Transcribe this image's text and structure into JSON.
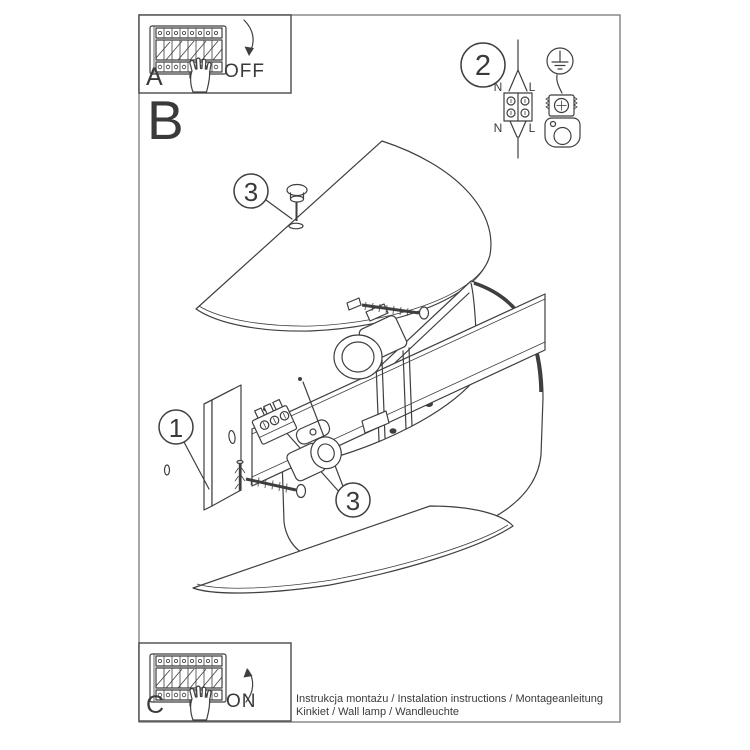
{
  "document": {
    "panel_a": {
      "label": "A",
      "switch_state": "OFF"
    },
    "section_label": "B",
    "panel_c": {
      "label": "C",
      "switch_state": "ON"
    },
    "wiring_step": {
      "number": "2",
      "terminal_top_left": "N",
      "terminal_top_right": "L",
      "terminal_bottom_left": "N",
      "terminal_bottom_right": "L"
    },
    "callouts": {
      "mounting_plate": "1",
      "cover_screw_top": "3",
      "cover_screw_bottom": "3"
    },
    "footer": {
      "line1": "Instrukcja montażu / Instalation instructions / Montageanleitung",
      "line2": "Kinkiet  / Wall lamp / Wandleuchte"
    },
    "colors": {
      "drawing_line": "#3f3f3f",
      "box_border": "#4a4a4a",
      "page_border": "#8a8a8a",
      "footer_text": "#4a4a4a"
    }
  }
}
